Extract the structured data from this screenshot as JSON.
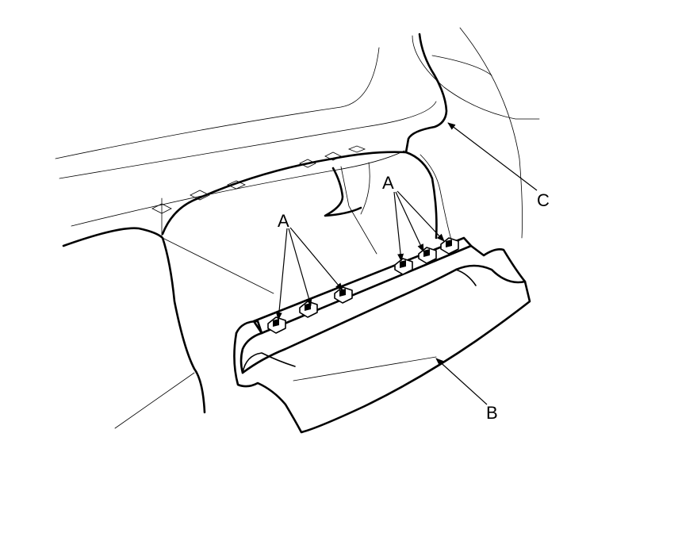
{
  "diagram": {
    "callouts": {
      "clips_left": "A",
      "clips_right": "A",
      "trim_panel": "B",
      "body_edge": "C"
    }
  }
}
